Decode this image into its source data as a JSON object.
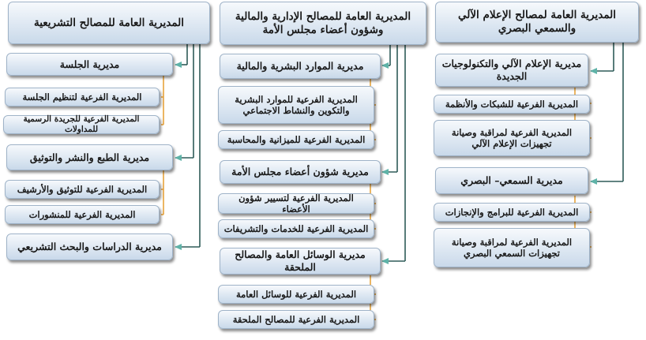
{
  "colors": {
    "box_top": "#f6f9fc",
    "box_bottom": "#c9d9ea",
    "tree_line": "#2e5c58",
    "bracket_line": "#e8a43c",
    "arrow": "#5fb3a8"
  },
  "columns": {
    "right": {
      "head": "المديرية العامة لمصالح الإعلام الآلي والسمعي البصري",
      "divisions": [
        {
          "title": "مديرية الإعلام الآلي والتكنولوجيات الجديدة",
          "subs": [
            "المديرية الفرعية للشبكات والأنظمة",
            "المديرية الفرعية لمراقبة وصيانة تجهيزات الإعلام الآلي"
          ]
        },
        {
          "title": "مديرية السمعي– البصري",
          "subs": [
            "المديرية الفرعية للبرامج والإنجازات",
            "المديرية الفرعية لمراقبة وصيانة تجهيزات السمعي البصري"
          ]
        }
      ]
    },
    "middle": {
      "head": "المديرية العامة للمصالح الإدارية والمالية وشؤون أعضاء مجلس الأمة",
      "divisions": [
        {
          "title": "مديرية الموارد البشرية والمالية",
          "subs": [
            "المديرية الفرعية للموارد البشرية والتكوين والنشاط الاجتماعي",
            "المديرية الفرعية للميزانية والمحاسبة"
          ]
        },
        {
          "title": "مديرية شؤون أعضاء مجلس الأمة",
          "subs": [
            "المديرية الفرعية لتسيير شؤون الأعضاء",
            "المديرية الفرعية للخدمات والتشريفات"
          ]
        },
        {
          "title": "مديرية الوسائل العامة والمصالح الملحقة",
          "subs": [
            "المديرية الفرعية للوسائل العامة",
            "المديرية الفرعية للمصالح الملحقة"
          ]
        }
      ]
    },
    "left": {
      "head": "المديرية العامة للمصالح التشريعية",
      "divisions": [
        {
          "title": "مديرية الجلسة",
          "subs": [
            "المديرية الفرعية لتنظيم الجلسة",
            "المديرية الفرعية للجريدة الرسمية للمداولات"
          ]
        },
        {
          "title": "مديرية الطبع والنشر والتوثيق",
          "subs": [
            "المديرية الفرعية للتوثيق والأرشيف",
            "المديرية الفرعية للمنشورات"
          ]
        },
        {
          "title": "مديرية الدراسات والبحث التشريعي",
          "subs": []
        }
      ]
    }
  }
}
